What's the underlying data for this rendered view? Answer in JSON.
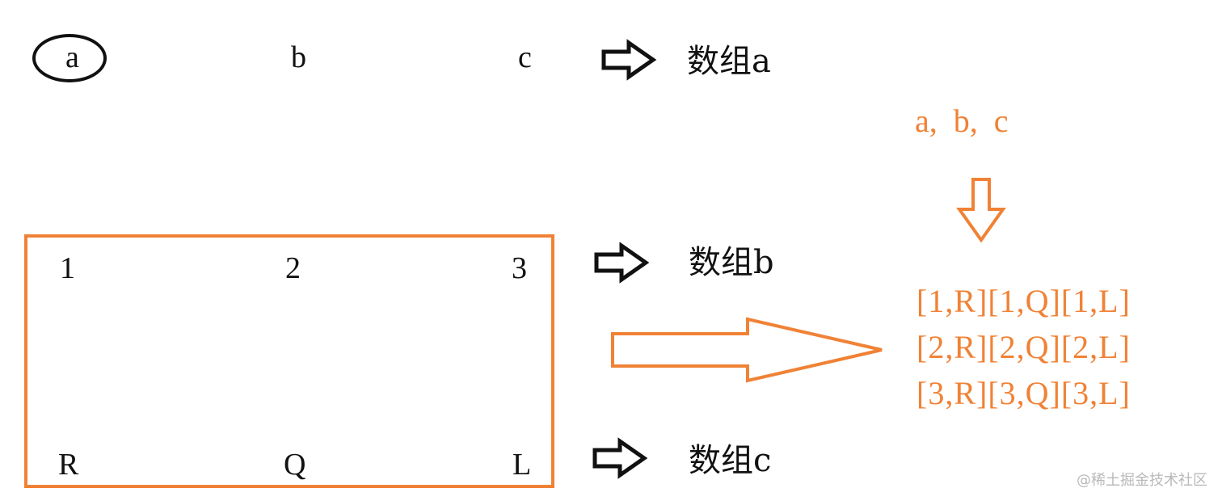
{
  "top_row": {
    "items": [
      "a",
      "b",
      "c"
    ],
    "highlighted_item": "a",
    "result_label": "数组a"
  },
  "box": {
    "row1": [
      "1",
      "2",
      "3"
    ],
    "row2": [
      "R",
      "Q",
      "L"
    ],
    "row1_label": "数组b",
    "row2_label": "数组c",
    "border_color": "#f08236"
  },
  "right_panel": {
    "sequence": "a,  b,  c",
    "pairs": [
      "[1,R][1,Q][1,L]",
      "[2,R][2,Q][2,L]",
      "[3,R][3,Q][3,L]"
    ],
    "accent_color": "#f08236"
  },
  "watermark": "@稀土掘金技术社区"
}
